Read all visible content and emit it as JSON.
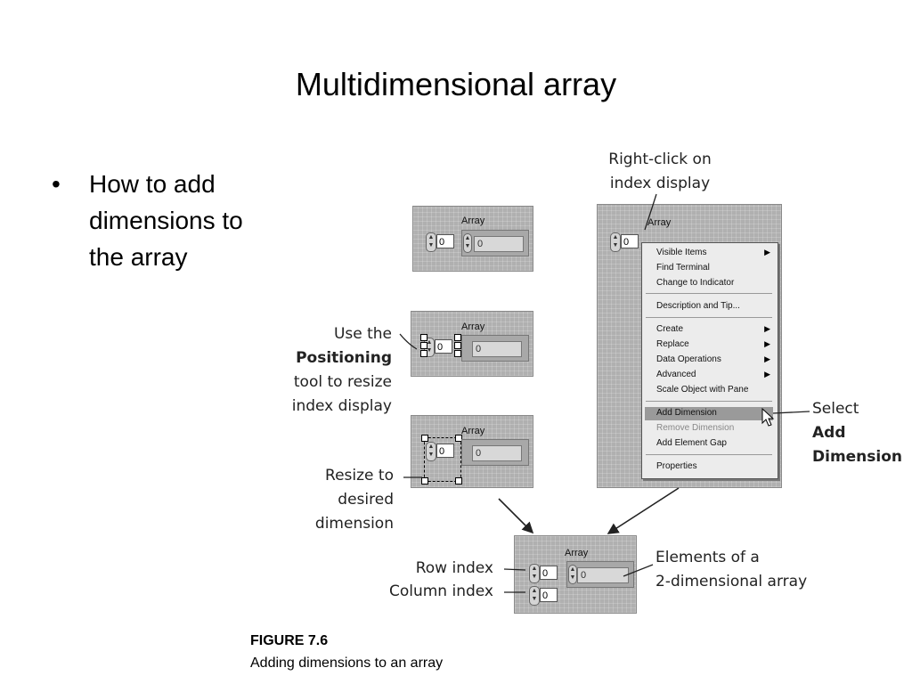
{
  "slide": {
    "title": "Multidimensional array"
  },
  "bullet": {
    "text": "How to add dimensions to the array"
  },
  "figure": {
    "array_label": "Array",
    "index_value": "0",
    "element_value": "0",
    "annotations": {
      "right_click_1": "Right-click on",
      "right_click_2": "index display",
      "use_the": "Use the",
      "positioning": "Positioning",
      "tool_to_resize": "tool to resize",
      "index_display": "index display",
      "resize_to": "Resize to",
      "desired": "desired",
      "dimension": "dimension",
      "select": "Select",
      "add": "Add",
      "dimension_word": "Dimension",
      "row_index": "Row index",
      "column_index": "Column index",
      "elements_of_a": "Elements of a",
      "two_dim_array": "2-dimensional array"
    },
    "menu": {
      "items": [
        {
          "label": "Visible Items",
          "submenu": true
        },
        {
          "label": "Find Terminal",
          "submenu": false
        },
        {
          "label": "Change to Indicator",
          "submenu": false
        },
        {
          "label": "Description and Tip...",
          "submenu": false
        },
        {
          "label": "Create",
          "submenu": true
        },
        {
          "label": "Replace",
          "submenu": true
        },
        {
          "label": "Data Operations",
          "submenu": true
        },
        {
          "label": "Advanced",
          "submenu": true
        },
        {
          "label": "Scale Object with Pane",
          "submenu": false
        },
        {
          "label": "Add Dimension",
          "submenu": false,
          "highlighted": true
        },
        {
          "label": "Remove Dimension",
          "submenu": false,
          "disabled": true
        },
        {
          "label": "Add Element Gap",
          "submenu": false
        },
        {
          "label": "Properties",
          "submenu": false
        }
      ],
      "submenu_arrow": "▶"
    },
    "caption_number": "FIGURE 7.6",
    "caption_text": "Adding dimensions to an array"
  }
}
